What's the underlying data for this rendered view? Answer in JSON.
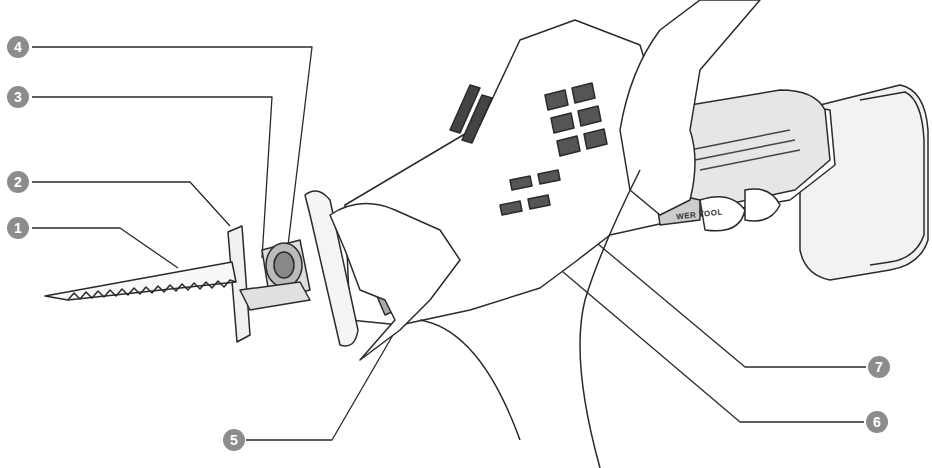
{
  "diagram": {
    "labels": [
      "4",
      "3",
      "2",
      "1",
      "5",
      "7",
      "6",
      "WER TOOL"
    ]
  }
}
